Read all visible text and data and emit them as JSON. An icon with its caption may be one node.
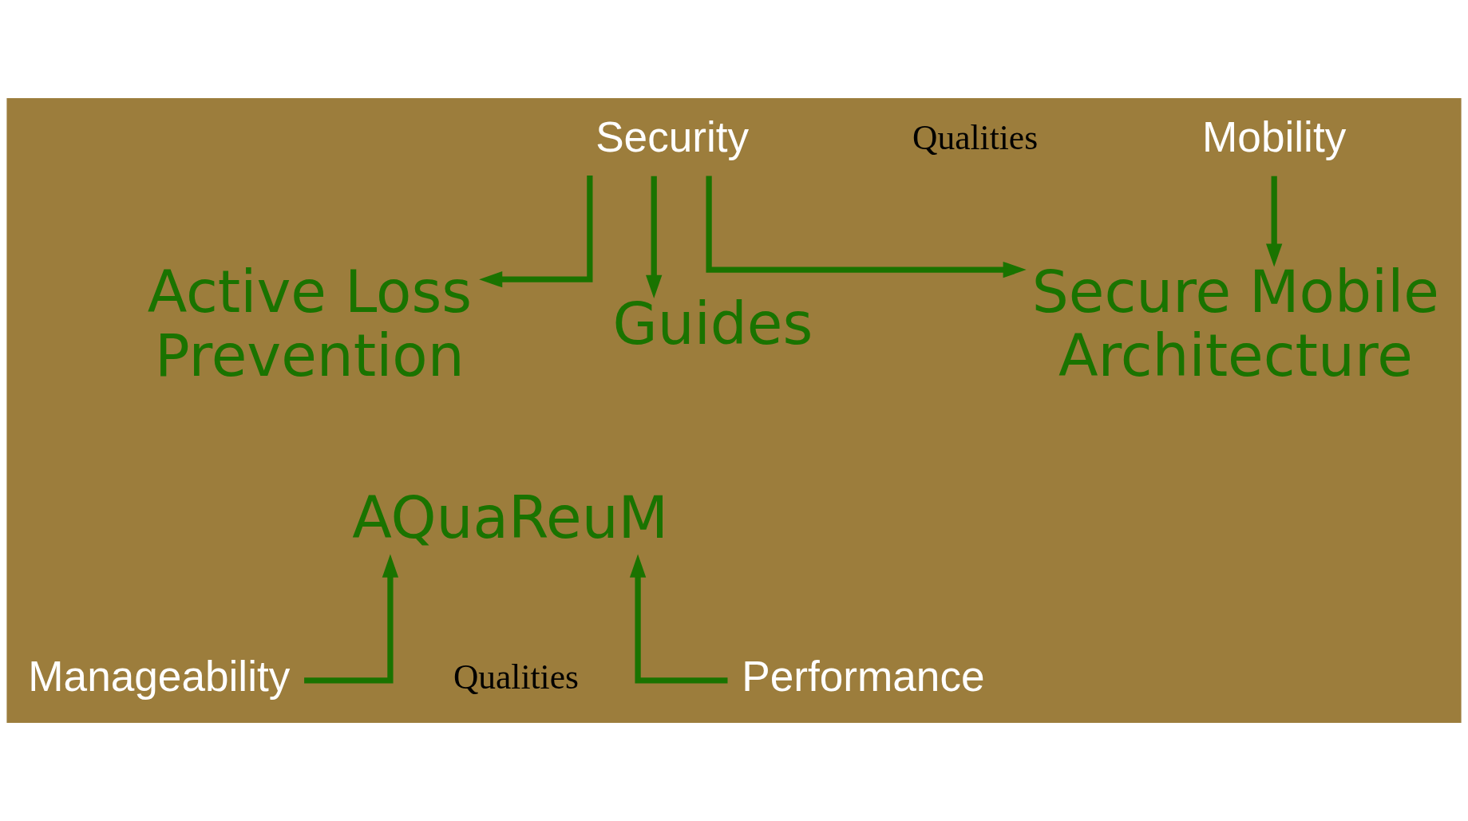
{
  "diagram": {
    "nodes": [
      {
        "text": [
          "Security"
        ]
      },
      {
        "text": [
          "Mobility"
        ]
      },
      {
        "text": [
          "Secure Mobile Architecture"
        ]
      },
      {
        "text": [
          "Active Loss Prevention"
        ]
      },
      {
        "text": [
          "Guides"
        ]
      },
      {
        "text": [
          "AQuaReuM"
        ]
      },
      {
        "text": [
          "Manageability"
        ]
      },
      {
        "text": [
          "Performance"
        ]
      }
    ],
    "edges": [
      {
        "from": 0,
        "to": 3,
        "arrow": "to"
      },
      {
        "from": 0,
        "to": 2,
        "arrow": "to"
      },
      {
        "from": 0,
        "to": 4,
        "arrow": "to"
      },
      {
        "from": 1,
        "to": 2,
        "arrow": "to"
      },
      {
        "from": 6,
        "to": 5,
        "arrow": "to"
      },
      {
        "from": 7,
        "to": 5,
        "arrow": "to"
      }
    ],
    "labels": [
      "Qualities",
      "Qualities"
    ]
  }
}
